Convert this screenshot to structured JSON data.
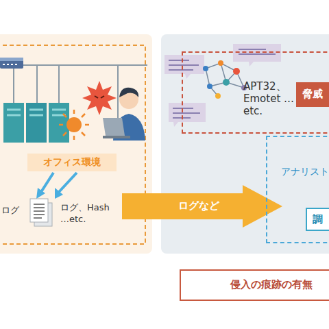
{
  "diagram": {
    "nodes": [
      {
        "text": [
          "オフィス環境"
        ]
      },
      {
        "text": [
          "ログなど"
        ]
      },
      {
        "text": [
          "APT32、Emotet …etc."
        ]
      },
      {
        "text": [
          "脅威"
        ],
        "in": 2
      },
      {
        "text": [
          "アナリスト"
        ]
      },
      {
        "text": [
          "調"
        ],
        "in": 4
      },
      {
        "text": [
          "侵入の痕跡の有無"
        ]
      }
    ],
    "labels": [
      "ログ",
      "ログ、Hash …etc."
    ]
  }
}
